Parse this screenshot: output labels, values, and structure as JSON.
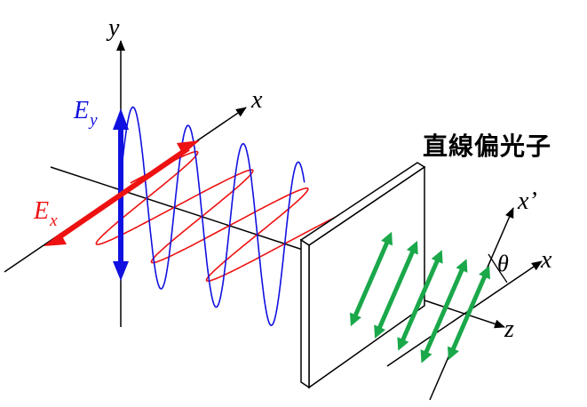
{
  "labels": {
    "y_axis": "y",
    "x_axis_left": "x",
    "x_axis_right": "x",
    "x_prime": "x’",
    "z_axis": "z",
    "theta": "θ",
    "Ey_main": "E",
    "Ey_sub": "y",
    "Ex_main": "E",
    "Ex_sub": "x",
    "polarizer": "直線偏光子"
  },
  "colors": {
    "axis": "#000000",
    "ey_blue": "#1010e0",
    "ex_red": "#ee1111",
    "polarized_green": "#1aa84a",
    "plate_fill": "#ffffff",
    "plate_edge": "#000000"
  },
  "icons": {
    "ey_arrow": "double-headed-arrow-vertical",
    "ex_arrow": "double-headed-arrow-diagonal",
    "transmitted_arrows": "double-headed-arrow-green"
  },
  "transmitted_wave_arrow_count": 5
}
